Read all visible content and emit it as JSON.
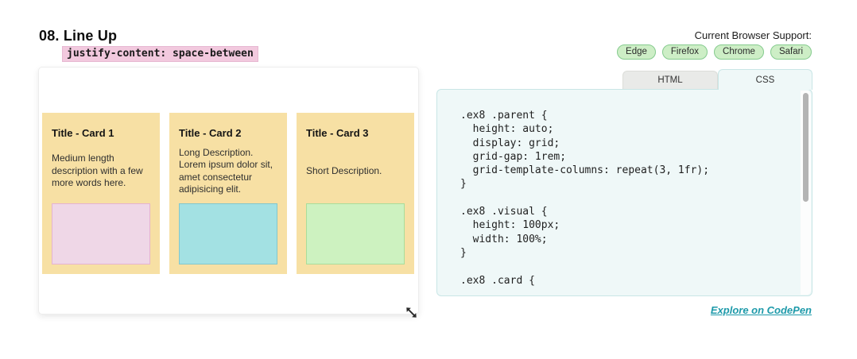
{
  "header": {
    "title": "08. Line Up",
    "snippet": "justify-content: space-between"
  },
  "browser_support": {
    "label": "Current Browser Support:",
    "badges": [
      "Edge",
      "Firefox",
      "Chrome",
      "Safari"
    ]
  },
  "demo": {
    "card_bg": "#f7e0a4",
    "cards": [
      {
        "title": "Title - Card 1",
        "description": "Medium length description with a few more words here.",
        "visual_color": "#efd7e7",
        "visual_border": "#e5b3d1"
      },
      {
        "title": "Title - Card 2",
        "description": "Long Description. Lorem ipsum dolor sit, amet consectetur adipisicing elit.",
        "visual_color": "#a3e1e3",
        "visual_border": "#82c7cd"
      },
      {
        "title": "Title - Card 3",
        "description": "Short Description.",
        "visual_color": "#cdf2c0",
        "visual_border": "#a9dd9b"
      }
    ]
  },
  "code_panel": {
    "tabs": [
      {
        "label": "HTML",
        "active": false
      },
      {
        "label": "CSS",
        "active": true
      }
    ],
    "code": ".ex8 .parent {\n  height: auto;\n  display: grid;\n  grid-gap: 1rem;\n  grid-template-columns: repeat(3, 1fr);\n}\n\n.ex8 .visual {\n  height: 100px;\n  width: 100%;\n}\n\n.ex8 .card {",
    "link_label": "Explore on CodePen"
  },
  "colors": {
    "snippet_bg": "#f2c9de",
    "badge_bg": "#cdeec6",
    "badge_border": "#85cb8e",
    "panel_bg": "#eff8f8",
    "panel_border": "#c9e6e6",
    "link": "#1e9aaa"
  }
}
